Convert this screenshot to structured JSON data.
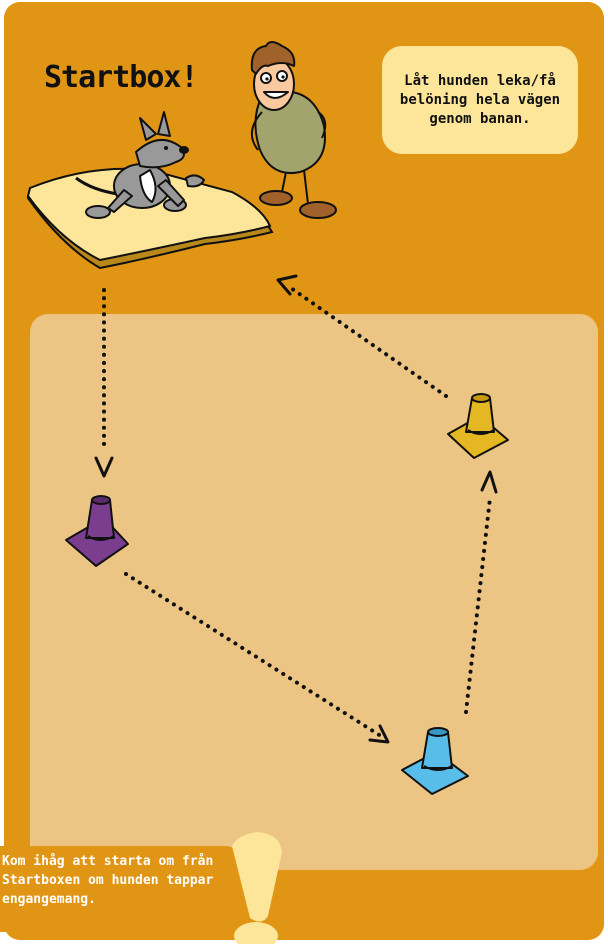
{
  "title": "Startbox!",
  "bubble_text": "Låt hunden leka/få belöning hela vägen genom banan.",
  "note_text": "Kom ihåg att starta om från Startboxen om hunden tappar engangemang.",
  "colors": {
    "board": "#e09514",
    "field": "#ecc584",
    "mat": "#fde699",
    "cone_purple": "#7b3e8f",
    "cone_blue": "#58bde8",
    "cone_yellow": "#e5b722",
    "exclamation": "#fde699"
  },
  "icons": [
    "dog-icon",
    "person-icon",
    "start-mat",
    "cone-purple-icon",
    "cone-blue-icon",
    "cone-yellow-icon",
    "exclamation-icon"
  ]
}
